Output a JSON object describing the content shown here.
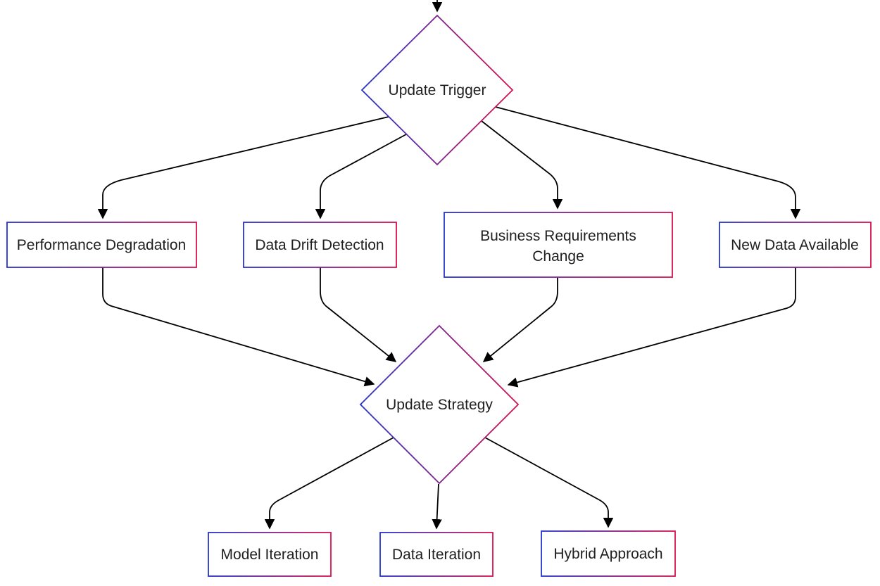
{
  "colors": {
    "background": "#FFFFFF",
    "node_fill": "#FFFFFF",
    "gradient_start": "#2533CE",
    "gradient_end": "#D8124F",
    "arrow": "#000000",
    "text": "#1F1F1F"
  },
  "nodes": {
    "update_trigger": {
      "label": "Update Trigger",
      "shape": "diamond"
    },
    "performance_degradation": {
      "label": "Performance Degradation",
      "shape": "rect"
    },
    "data_drift_detection": {
      "label": "Data Drift Detection",
      "shape": "rect"
    },
    "business_requirements_change": {
      "label": "Business Requirements Change",
      "line1": "Business Requirements",
      "line2": "Change",
      "shape": "rect"
    },
    "new_data_available": {
      "label": "New Data Available",
      "shape": "rect"
    },
    "update_strategy": {
      "label": "Update Strategy",
      "shape": "diamond"
    },
    "model_iteration": {
      "label": "Model Iteration",
      "shape": "rect"
    },
    "data_iteration": {
      "label": "Data Iteration",
      "shape": "rect"
    },
    "hybrid_approach": {
      "label": "Hybrid Approach",
      "shape": "rect"
    }
  },
  "edges": [
    {
      "from": "start",
      "to": "update_trigger"
    },
    {
      "from": "update_trigger",
      "to": "performance_degradation"
    },
    {
      "from": "update_trigger",
      "to": "data_drift_detection"
    },
    {
      "from": "update_trigger",
      "to": "business_requirements_change"
    },
    {
      "from": "update_trigger",
      "to": "new_data_available"
    },
    {
      "from": "performance_degradation",
      "to": "update_strategy"
    },
    {
      "from": "data_drift_detection",
      "to": "update_strategy"
    },
    {
      "from": "business_requirements_change",
      "to": "update_strategy"
    },
    {
      "from": "new_data_available",
      "to": "update_strategy"
    },
    {
      "from": "update_strategy",
      "to": "model_iteration"
    },
    {
      "from": "update_strategy",
      "to": "data_iteration"
    },
    {
      "from": "update_strategy",
      "to": "hybrid_approach"
    }
  ]
}
